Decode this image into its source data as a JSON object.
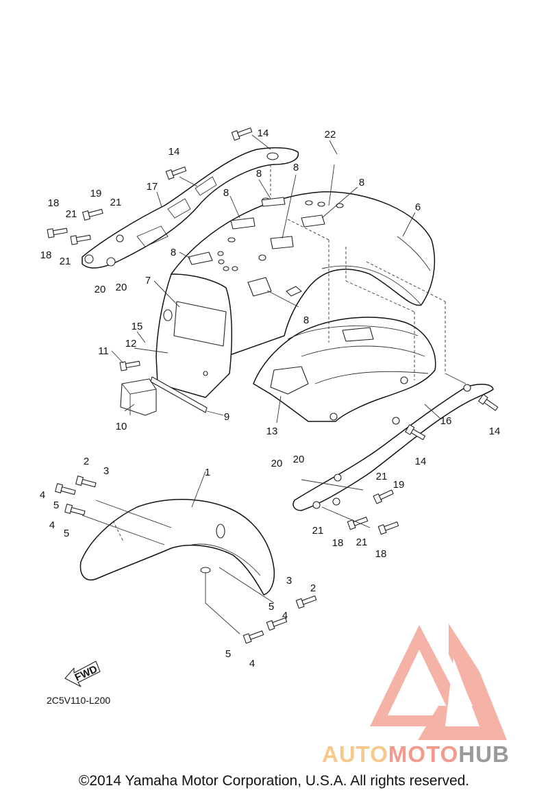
{
  "diagram_code": "2C5V110-L200",
  "fwd_label": "FWD",
  "copyright": "©2014 Yamaha Motor Corporation, U.S.A. All rights reserved.",
  "watermark": {
    "part1": "AUTO",
    "part2": "MOTO",
    "part3": "HUB"
  },
  "callouts": [
    {
      "id": "c14a",
      "text": "14"
    },
    {
      "id": "c14b",
      "text": "14"
    },
    {
      "id": "c22",
      "text": "22"
    },
    {
      "id": "c8a",
      "text": "8"
    },
    {
      "id": "c8b",
      "text": "8"
    },
    {
      "id": "c8c",
      "text": "8"
    },
    {
      "id": "c8d",
      "text": "8"
    },
    {
      "id": "c8e",
      "text": "8"
    },
    {
      "id": "c8f",
      "text": "8"
    },
    {
      "id": "c17",
      "text": "17"
    },
    {
      "id": "c19a",
      "text": "19"
    },
    {
      "id": "c21a",
      "text": "21"
    },
    {
      "id": "c18a",
      "text": "18"
    },
    {
      "id": "c21b",
      "text": "21"
    },
    {
      "id": "c18b",
      "text": "18"
    },
    {
      "id": "c21c",
      "text": "21"
    },
    {
      "id": "c20a",
      "text": "20"
    },
    {
      "id": "c20b",
      "text": "20"
    },
    {
      "id": "c6",
      "text": "6"
    },
    {
      "id": "c7",
      "text": "7"
    },
    {
      "id": "c15",
      "text": "15"
    },
    {
      "id": "c12",
      "text": "12"
    },
    {
      "id": "c11",
      "text": "11"
    },
    {
      "id": "c10",
      "text": "10"
    },
    {
      "id": "c9",
      "text": "9"
    },
    {
      "id": "c13",
      "text": "13"
    },
    {
      "id": "c16",
      "text": "16"
    },
    {
      "id": "c14c",
      "text": "14"
    },
    {
      "id": "c14d",
      "text": "14"
    },
    {
      "id": "c20c",
      "text": "20"
    },
    {
      "id": "c20d",
      "text": "20"
    },
    {
      "id": "c21d",
      "text": "21"
    },
    {
      "id": "c19b",
      "text": "19"
    },
    {
      "id": "c21e",
      "text": "21"
    },
    {
      "id": "c18c",
      "text": "18"
    },
    {
      "id": "c21f",
      "text": "21"
    },
    {
      "id": "c18d",
      "text": "18"
    },
    {
      "id": "c1",
      "text": "1"
    },
    {
      "id": "c2a",
      "text": "2"
    },
    {
      "id": "c3a",
      "text": "3"
    },
    {
      "id": "c4a",
      "text": "4"
    },
    {
      "id": "c5a",
      "text": "5"
    },
    {
      "id": "c4b",
      "text": "4"
    },
    {
      "id": "c5b",
      "text": "5"
    },
    {
      "id": "c3b",
      "text": "3"
    },
    {
      "id": "c2b",
      "text": "2"
    },
    {
      "id": "c5c",
      "text": "5"
    },
    {
      "id": "c4c",
      "text": "4"
    },
    {
      "id": "c5d",
      "text": "5"
    },
    {
      "id": "c4d",
      "text": "4"
    }
  ]
}
